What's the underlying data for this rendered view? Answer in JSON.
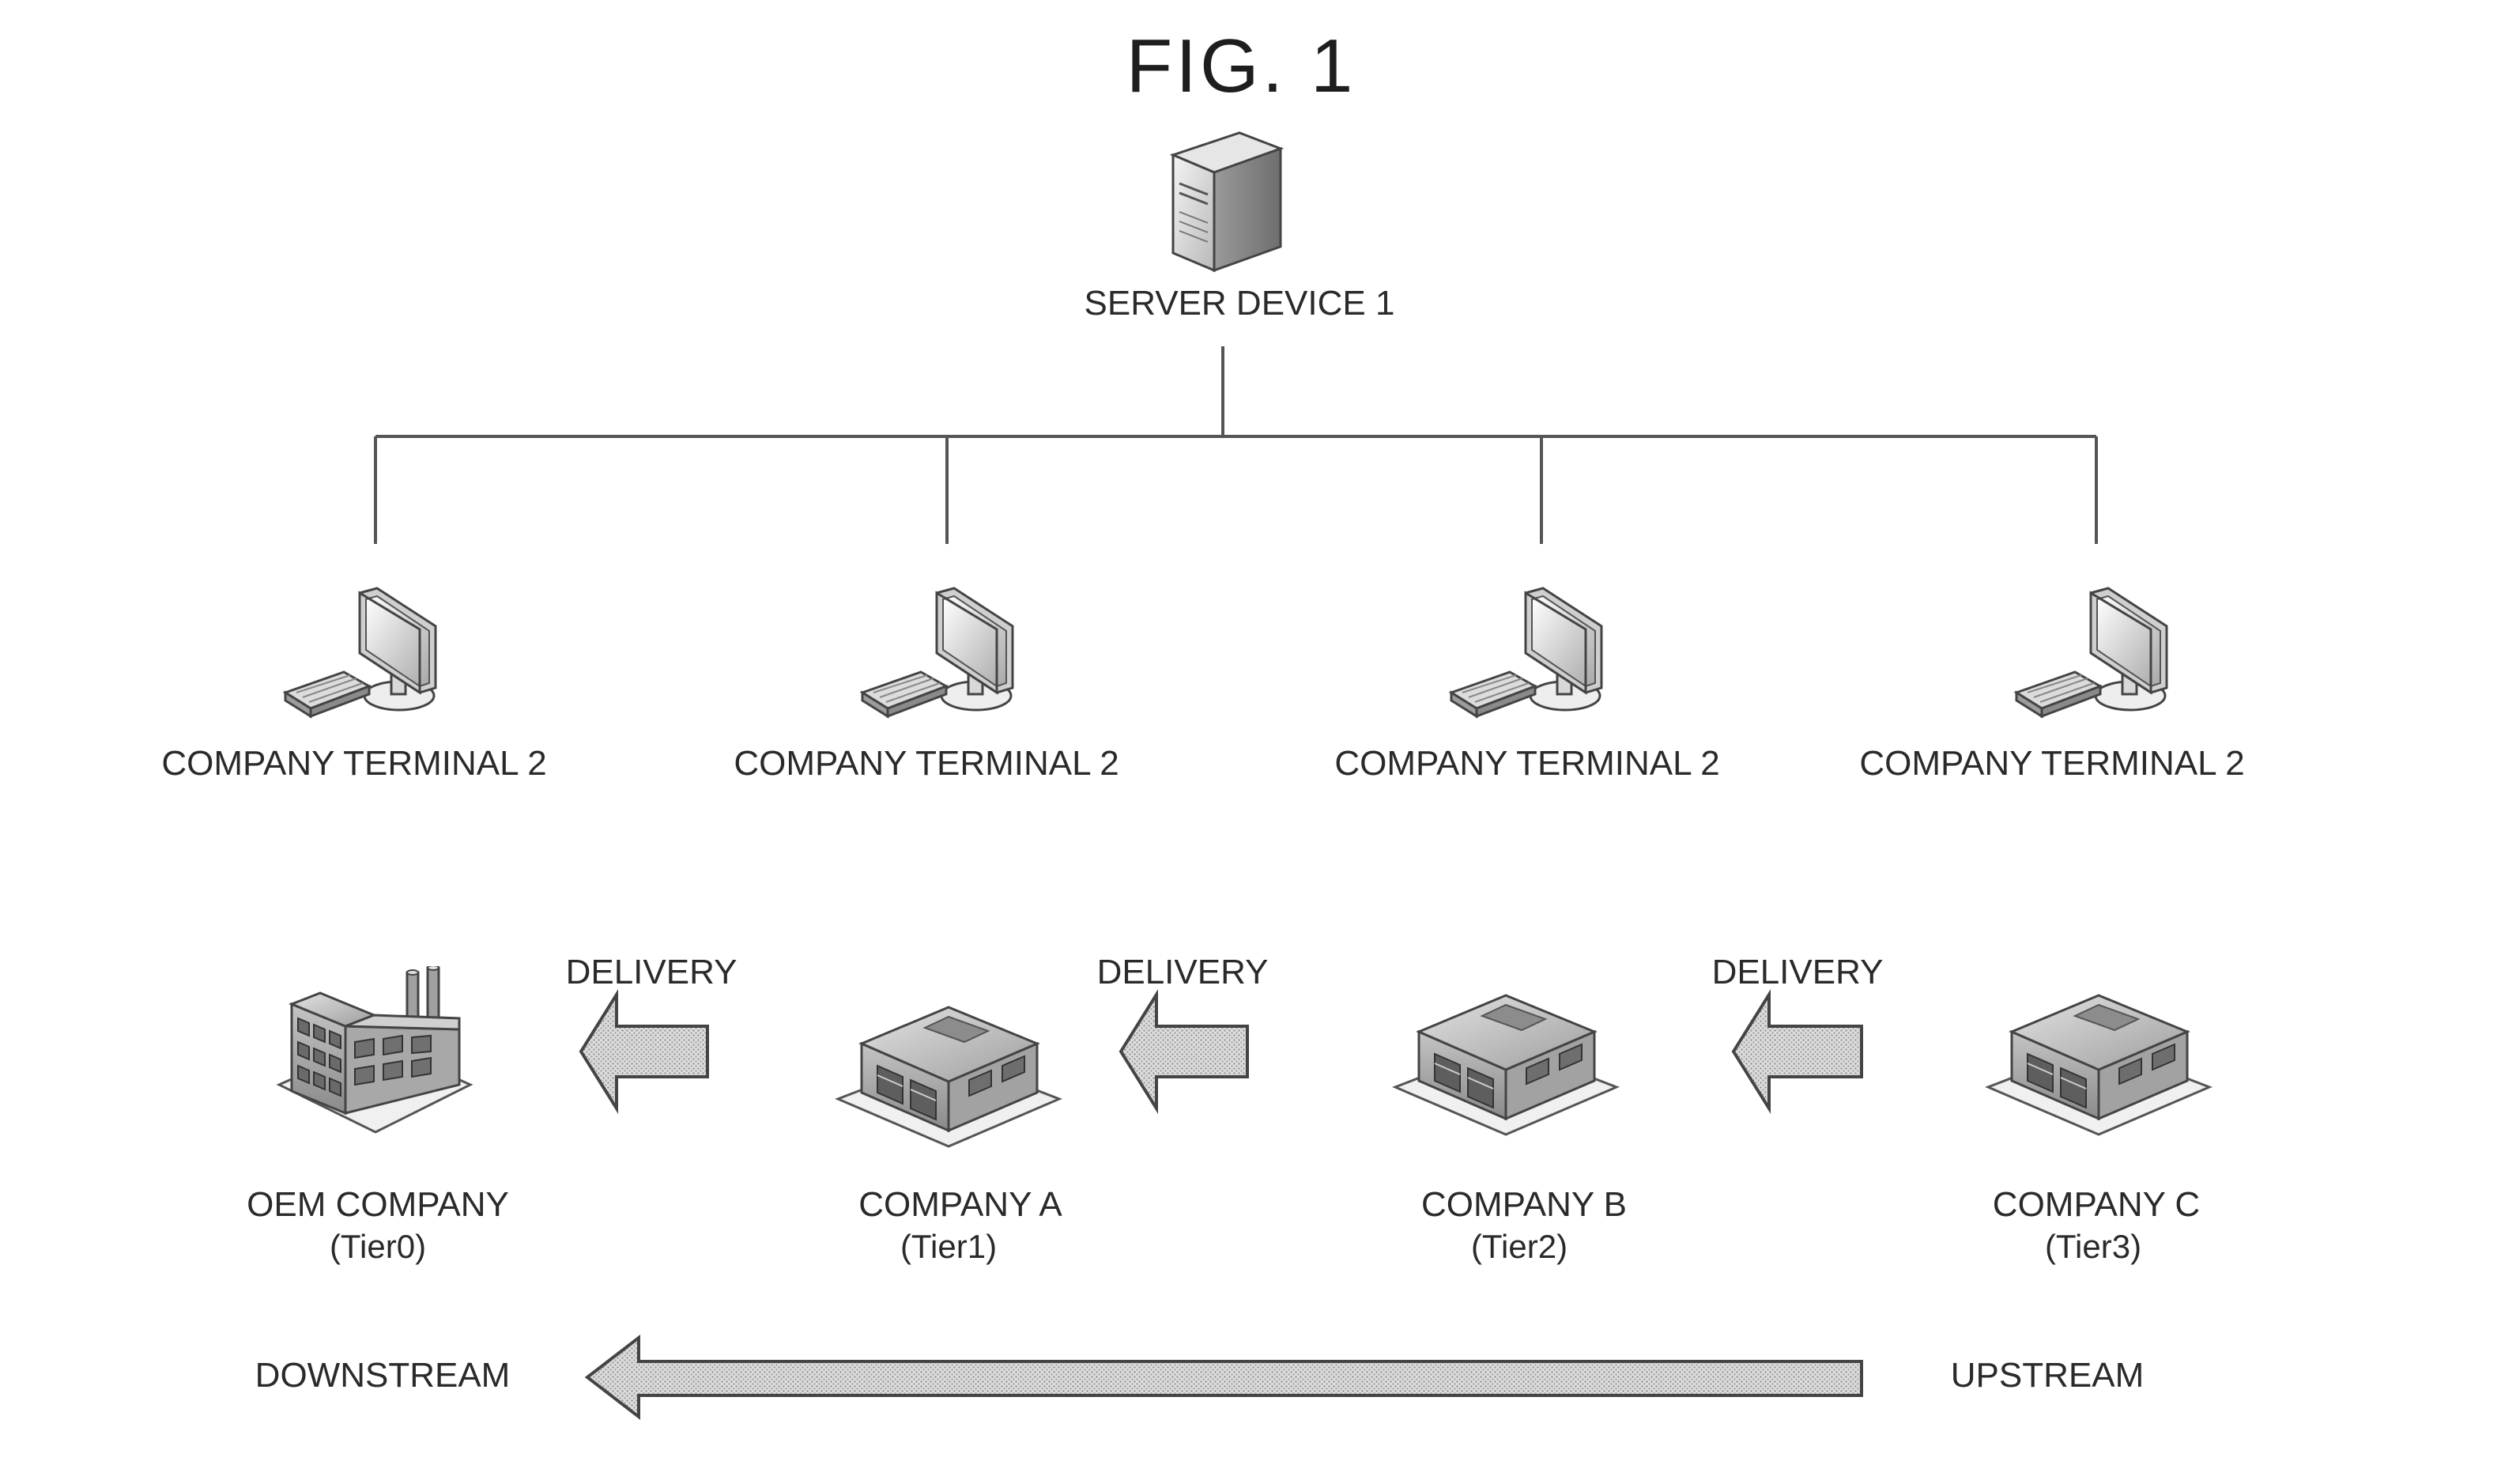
{
  "figure": {
    "title": "FIG. 1"
  },
  "server": {
    "label": "SERVER DEVICE 1",
    "icon": "server-icon"
  },
  "terminals": [
    {
      "label": "COMPANY TERMINAL 2",
      "icon": "desktop-computer-icon"
    },
    {
      "label": "COMPANY TERMINAL 2",
      "icon": "desktop-computer-icon"
    },
    {
      "label": "COMPANY TERMINAL 2",
      "icon": "desktop-computer-icon"
    },
    {
      "label": "COMPANY TERMINAL 2",
      "icon": "desktop-computer-icon"
    }
  ],
  "companies": [
    {
      "name": "OEM COMPANY",
      "tier": "(Tier0)",
      "icon": "factory-icon"
    },
    {
      "name": "COMPANY A",
      "tier": "(Tier1)",
      "icon": "building-icon"
    },
    {
      "name": "COMPANY B",
      "tier": "(Tier2)",
      "icon": "building-icon"
    },
    {
      "name": "COMPANY C",
      "tier": "(Tier3)",
      "icon": "building-icon"
    }
  ],
  "deliveries": [
    {
      "label": "DELIVERY"
    },
    {
      "label": "DELIVERY"
    },
    {
      "label": "DELIVERY"
    }
  ],
  "flow": {
    "downstream": "DOWNSTREAM",
    "upstream": "UPSTREAM"
  }
}
